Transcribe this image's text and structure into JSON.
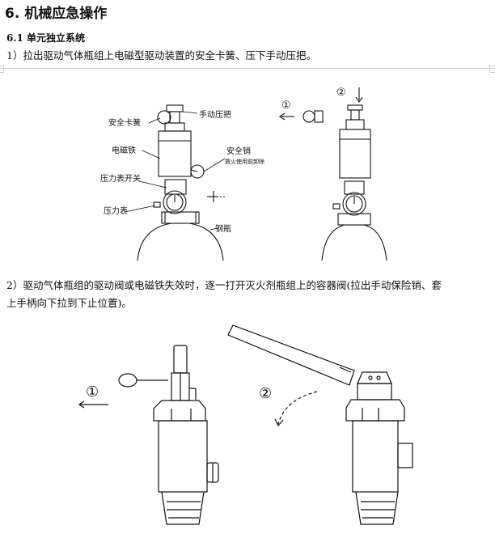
{
  "heading": "6.  机械应急操作",
  "subheading": "6.1 单元独立系统",
  "step1": "1）拉出驱动气体瓶组上电磁型驱动装置的安全卡簧、压下手动压把。",
  "step2_line1": "2）驱动气体瓶组的驱动阀或电磁铁失效时，逐一打开灭火剂瓶组上的容器阀(拉出手动保险销、套",
  "step2_line2": "上手柄向下拉到下止位置)。",
  "figure1": {
    "labels": {
      "safety_clip": "安全卡簧",
      "manual_lever": "手动压把",
      "solenoid": "电磁铁",
      "safety_pin": "安全销",
      "pin_note": "救火使用前卸除",
      "gauge_switch": "压力表开关",
      "pressure_gauge": "压力表",
      "cylinder": "钢瓶"
    },
    "step_marks": [
      "①",
      "②"
    ]
  },
  "figure2": {
    "step_marks": [
      "①",
      "②"
    ]
  }
}
